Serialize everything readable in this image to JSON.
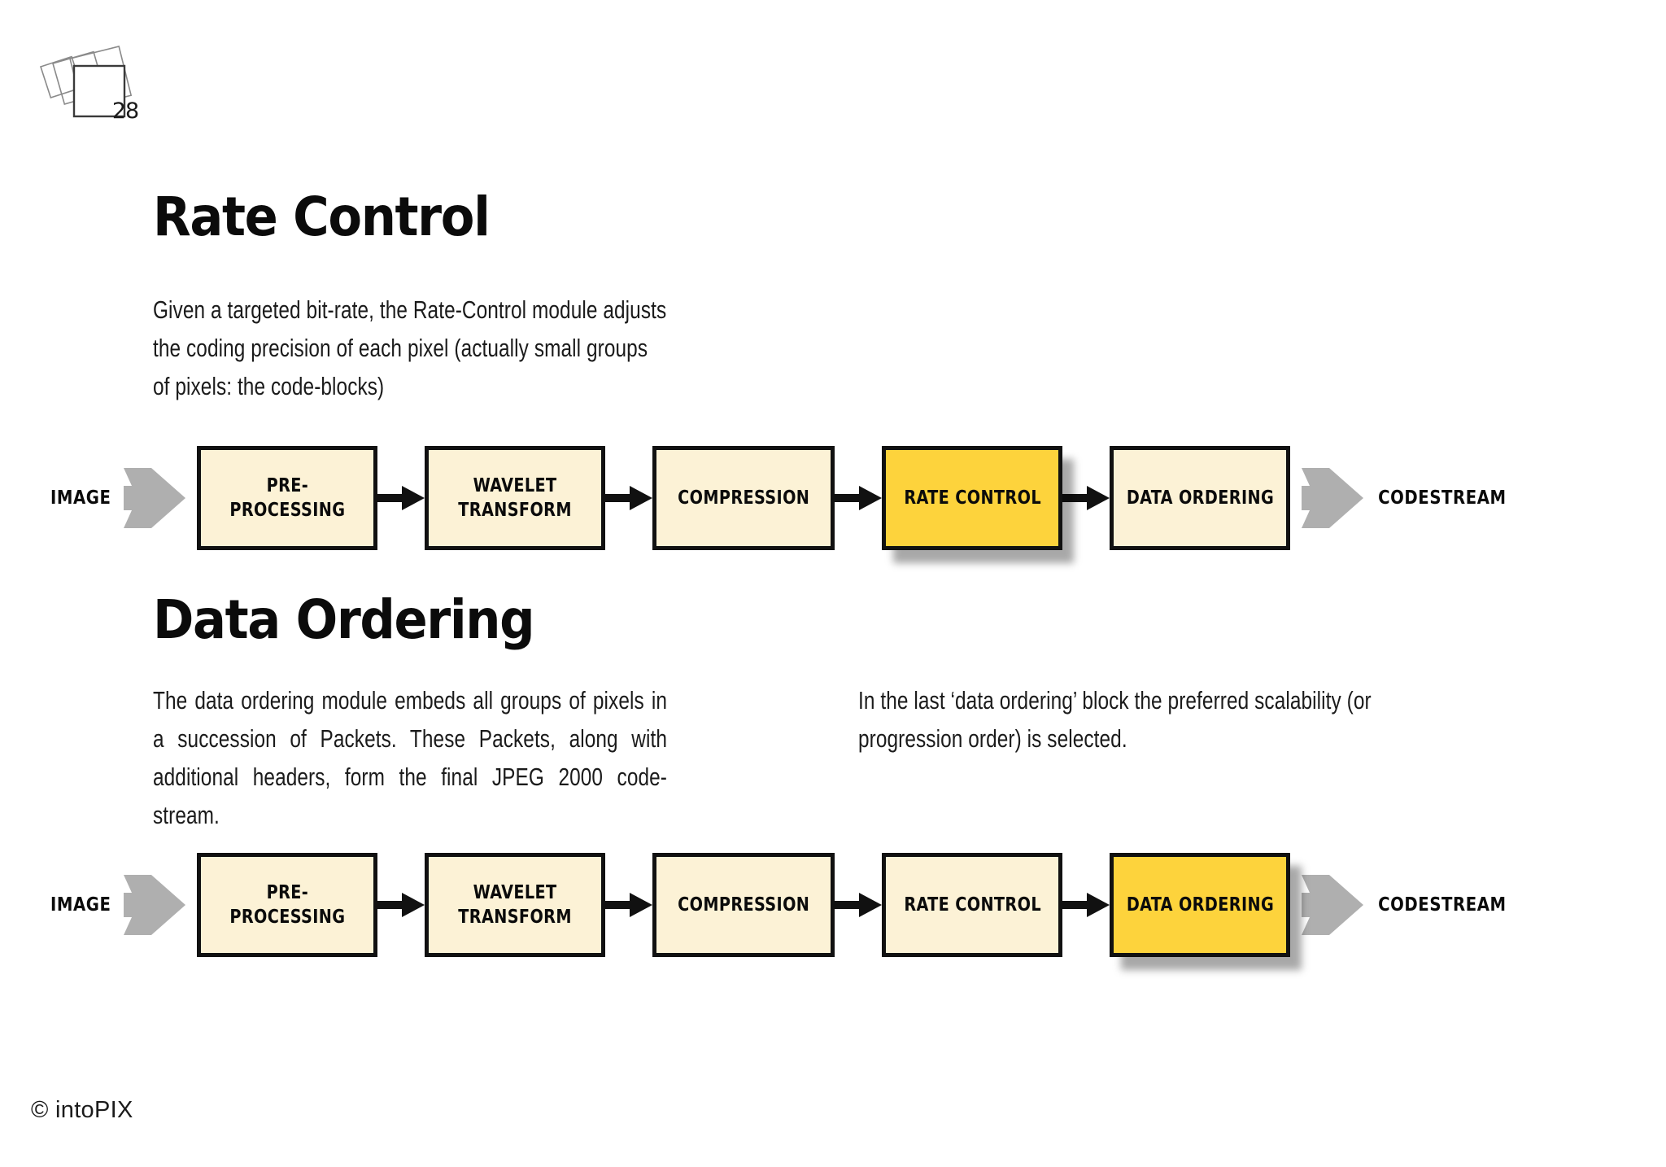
{
  "page": {
    "number": "28",
    "background_color": "#ffffff"
  },
  "colors": {
    "block_fill": "#FCF2D6",
    "block_highlight_fill": "#FDD33C",
    "block_border": "#111111",
    "grey_arrow": "#AFAFAF",
    "text": "#0b0b0b"
  },
  "sections": [
    {
      "id": "rate-control",
      "heading": "Rate Control",
      "paragraphs": [
        "Given a targeted bit-rate, the Rate-Control module adjusts the coding precision of each pixel (actually small groups of pixels: the code-blocks)"
      ]
    },
    {
      "id": "data-ordering",
      "heading": "Data Ordering",
      "paragraphs": [
        "The data ordering module embeds all groups of pixels in a succession of Packets. These Packets, along with additional headers, form the final JPEG 2000 code-stream.",
        "In the last ‘data ordering’ block the preferred scalability (or progression order) is selected."
      ]
    }
  ],
  "pipelines": [
    {
      "id": "pipeline-rate-control",
      "input_label": "IMAGE",
      "output_label": "CODESTREAM",
      "blocks": [
        {
          "label": "PRE-\nPROCESSING",
          "highlight": false
        },
        {
          "label": "WAVELET\nTRANSFORM",
          "highlight": false
        },
        {
          "label": "COMPRESSION",
          "highlight": false
        },
        {
          "label": "RATE CONTROL",
          "highlight": true
        },
        {
          "label": "DATA ORDERING",
          "highlight": false
        }
      ]
    },
    {
      "id": "pipeline-data-ordering",
      "input_label": "IMAGE",
      "output_label": "CODESTREAM",
      "blocks": [
        {
          "label": "PRE-\nPROCESSING",
          "highlight": false
        },
        {
          "label": "WAVELET\nTRANSFORM",
          "highlight": false
        },
        {
          "label": "COMPRESSION",
          "highlight": false
        },
        {
          "label": "RATE CONTROL",
          "highlight": false
        },
        {
          "label": "DATA ORDERING",
          "highlight": true
        }
      ]
    }
  ],
  "footer": {
    "copyright": "© intoPIX"
  }
}
